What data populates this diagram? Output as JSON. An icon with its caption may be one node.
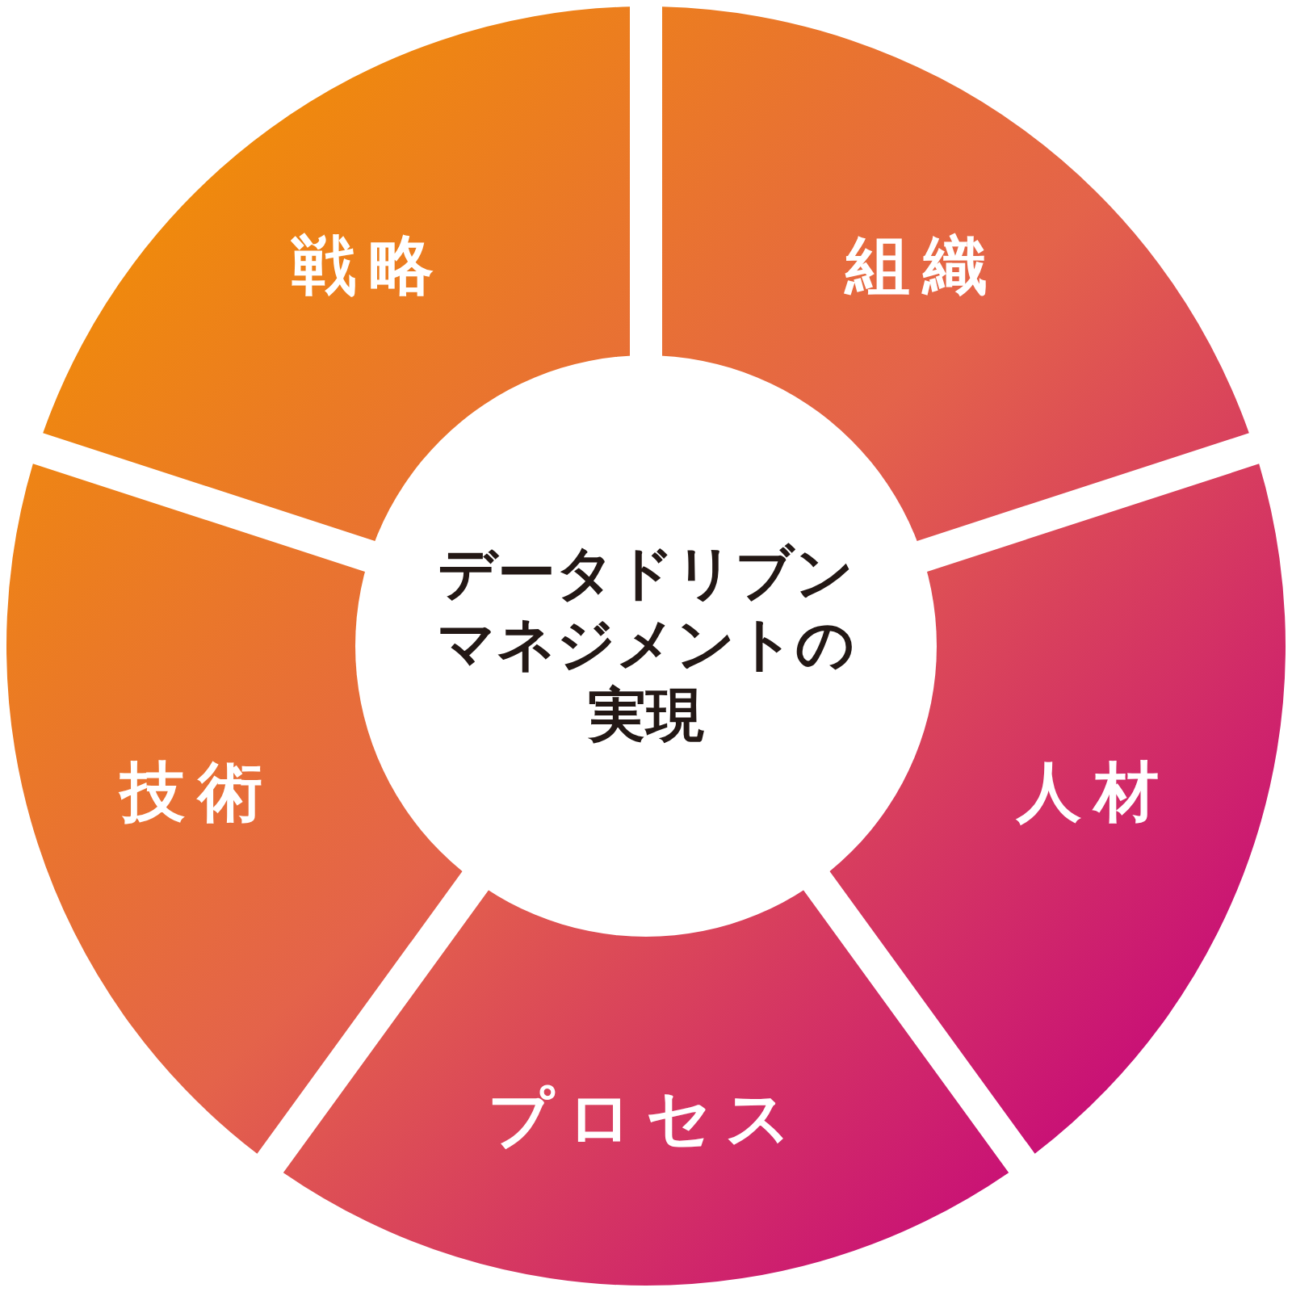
{
  "diagram": {
    "nodes": [
      {
        "text": [
          "データドリブンマネジメントの実現"
        ]
      },
      {
        "text": [
          "戦略"
        ]
      },
      {
        "text": [
          "組織"
        ]
      },
      {
        "text": [
          "人材"
        ]
      },
      {
        "text": [
          "プロセス"
        ]
      },
      {
        "text": [
          "技術"
        ]
      }
    ]
  }
}
